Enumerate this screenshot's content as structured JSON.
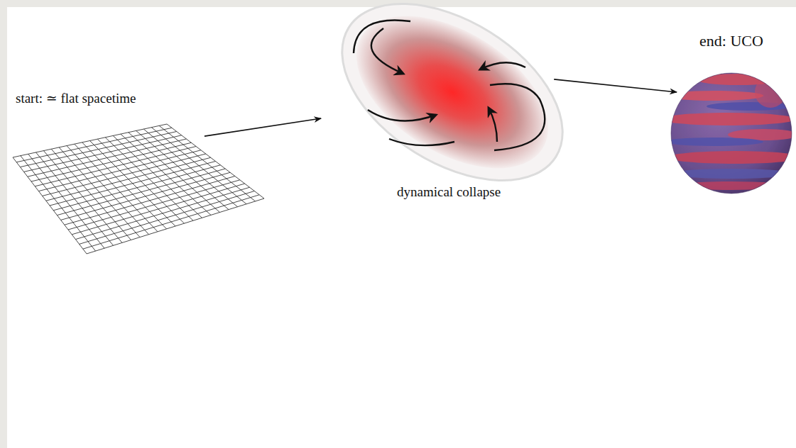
{
  "diagram": {
    "nodes": [
      {
        "text": [
          "start: ≃ flat spacetime"
        ]
      },
      {
        "text": [
          "dynamical collapse"
        ]
      },
      {
        "text": [
          "end: UCO"
        ]
      }
    ],
    "edges": [
      {
        "from": 0,
        "to": 1,
        "arrow": "to"
      },
      {
        "from": 1,
        "to": 2,
        "arrow": "to"
      }
    ]
  }
}
